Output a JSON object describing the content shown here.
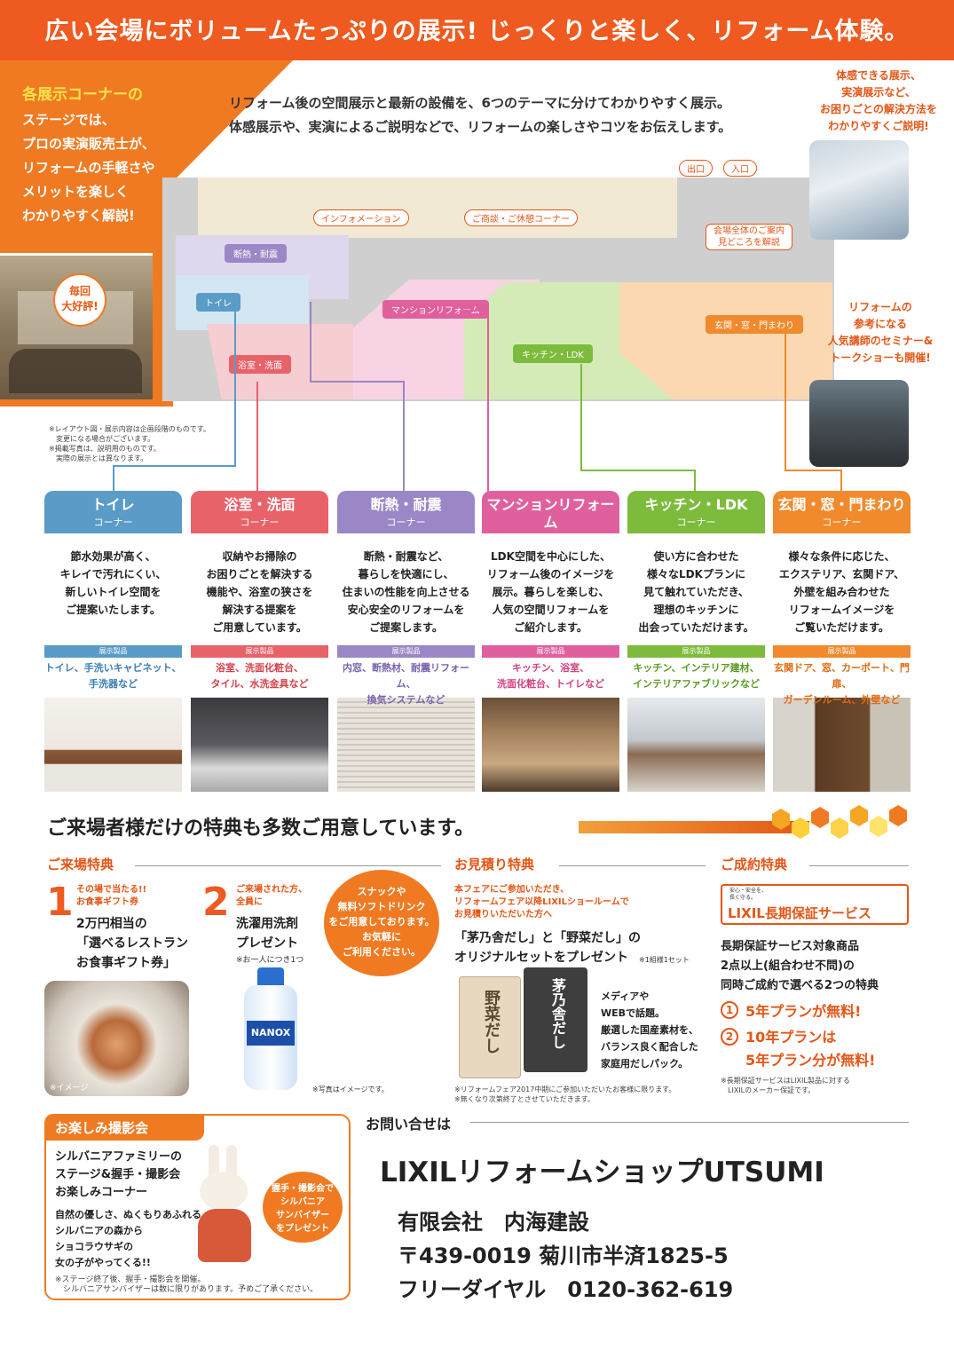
{
  "header": {
    "title": "広い会場にボリュームたっぷりの展示! じっくりと楽しく、リフォーム体験。"
  },
  "left_panel": {
    "title": "各展示コーナーの",
    "text": "ステージでは、\nプロの実演販売士が、\nリフォームの手軽さや\nメリットを楽しく\nわかりやすく解説!",
    "badge": "毎回\n大好評!"
  },
  "intro": "リフォーム後の空間展示と最新の設備を、6つのテーマに分けてわかりやすく展示。\n体感展示や、実演によるご説明などで、リフォームの楽しさやコツをお伝えします。",
  "right_panel": {
    "top": "体感できる展示、\n実演展示など、\nお困りごとの解決方法を\nわかりやすくご説明!",
    "middle": "リフォームの\n参考になる\n人気講師のセミナー&\nトークショーも開催!"
  },
  "map": {
    "exit": "出口",
    "entrance": "入口",
    "info": "インフォメーション",
    "consult": "ご商談・ご休憩コーナー",
    "guide": "会場全体のご案内\n見どころを解説",
    "zones": {
      "insulation": "断熱・耐震",
      "toilet": "トイレ",
      "bath": "浴室・洗面",
      "mansion": "マンションリフォーム",
      "kitchen": "キッチン・LDK",
      "entry": "玄関・窓・門まわり"
    }
  },
  "map_note": "※レイアウト図・展示内容は企画段階のものです。\n　変更になる場合がございます。\n※掲載写真は、説明用のものです。\n　実際の展示とは異なります。",
  "corner_suffix": "コーナー",
  "product_label": "展示製品",
  "corners": [
    {
      "name": "トイレ",
      "color": "#5b9bc8",
      "desc": "節水効果が高く、\nキレイで汚れにくい、\n新しいトイレ空間を\nご提案いたします。",
      "items": "トイレ、手洗いキャビネット、\n手洗器など"
    },
    {
      "name": "浴室・洗面",
      "color": "#e8626a",
      "desc": "収納やお掃除の\nお困りごとを解決する\n機能や、浴室の狭さを\n解決する提案を\nご用意しています。",
      "items": "浴室、洗面化粧台、\nタイル、水洗金具など"
    },
    {
      "name": "断熱・耐震",
      "color": "#9b87c5",
      "desc": "断熱・耐震など、\n暮らしを快適にし、\n住まいの性能を向上させる\n安心安全のリフォームを\nご提案します。",
      "items": "内窓、断熱材、耐震リフォーム、\n換気システムなど"
    },
    {
      "name": "マンションリフォーム",
      "color": "#e0609e",
      "desc": "LDK空間を中心にした、\nリフォーム後のイメージを\n展示。暮らしを楽しむ、\n人気の空間リフォームを\nご紹介します。",
      "items": "キッチン、浴室、\n洗面化粧台、トイレなど"
    },
    {
      "name": "キッチン・LDK",
      "color": "#7dbb3c",
      "desc": "使い方に合わせた\n様々なLDKプランに\n見て触れていただき、\n理想のキッチンに\n出会っていただけます。",
      "items": "キッチン、インテリア建材、\nインテリアファブリックなど"
    },
    {
      "name": "玄関・窓・門まわり",
      "color": "#f08a2c",
      "desc": "様々な条件に応じた、\nエクステリア、玄関ドア、\n外壁を組み合わせた\nリフォームイメージを\nご覧いただけます。",
      "items": "玄関ドア、窓、カーポート、門扉、\nガーデンルーム、外壁など"
    }
  ],
  "benefits": {
    "title": "ご来場者様だけの特典も多数ご用意しています。",
    "visit": {
      "heading": "ご来場特典",
      "b1": {
        "num": "1",
        "lead": "その場で当たる!!\nお食事ギフト券",
        "text": "2万円相当の\n「選べるレストラン\nお食事ギフト券」",
        "photo_note": "※イメージ"
      },
      "b2": {
        "num": "2",
        "lead": "ご来場された方、\n全員に",
        "text": "洗濯用洗剤\nプレゼント",
        "note": "※お一人につき1つ",
        "photo_note": "※写真はイメージです。",
        "bottle_label": "NANOX"
      },
      "snack": "スナックや\n無料ソフトドリンク\nをご用意しております。\nお気軽に\nご利用ください。"
    },
    "estimate": {
      "heading": "お見積り特典",
      "lead": "本フェアにご参加いただき、\nリフォームフェア以降LIXILショールームで\nお見積りいただいた方へ",
      "text": "「茅乃舎だし」と「野菜だし」の\nオリジナルセットをプレゼント",
      "note": "※1組様1セット",
      "desc": "メディアや\nWEBで話題。\n厳選した国産素材を、\nバランス良く配合した\n家庭用だしパック。",
      "pack1": "野菜だし",
      "pack2": "茅乃舎だし",
      "footnote": "※リフォームフェア2017中期にご参加いただいたお客様に限ります。\n※無くなり次第終了とさせていただきます。"
    },
    "contract": {
      "heading": "ご成約特典",
      "badge_small": "安心・安全を、\n長く守る。",
      "badge": "LIXIL長期保証サービス",
      "text": "長期保証サービス対象商品\n2点以上(組合わせ不問)の\n同時ご成約で選べる2つの特典",
      "p1n": "1",
      "p1": "5年プランが無料!",
      "p2n": "2",
      "p2": "10年プランは\n5年プラン分が無料!",
      "note": "※長期保証サービスはLIXIL製品に対する\n　LIXILのメーカー保証です。"
    }
  },
  "photo_event": {
    "heading": "お楽しみ撮影会",
    "title": "シルバニアファミリーの\nステージ&握手・撮影会\nお楽しみコーナー",
    "text": "自然の優しさ、ぬくもりあふれる\nシルバニアの森から\nショコラウサギの\n女の子がやってくる!!",
    "badge": "握手・撮影会で\nシルバニア\nサンバイザー\nをプレゼント",
    "note": "※ステージ終了後、握手・撮影会を開催。\n　シルバニアサンバイザーは数に限りがあります。予めご了承ください。"
  },
  "contact": {
    "heading": "お問い合せは",
    "shop": "LIXILリフォームショップUTSUMI",
    "company": "有限会社　内海建設",
    "address": "〒439-0019 菊川市半済1825-5",
    "tel": "フリーダイヤル　0120-362-619"
  }
}
